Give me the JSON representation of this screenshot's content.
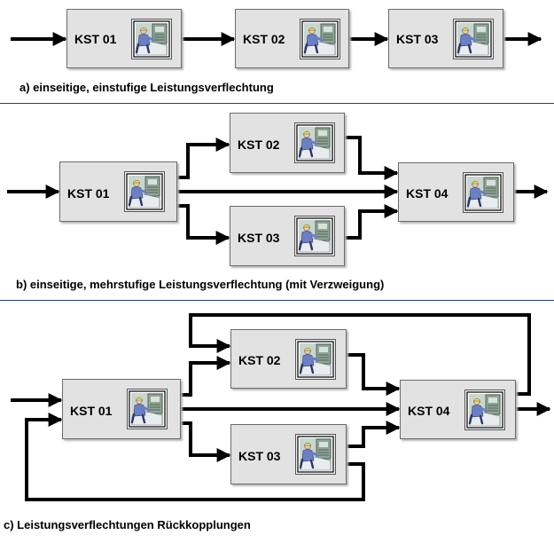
{
  "section_a": {
    "caption": "a) einseitige, einstufige Leistungsverflechtung",
    "nodes": {
      "kst01": "KST 01",
      "kst02": "KST 02",
      "kst03": "KST 03"
    }
  },
  "section_b": {
    "caption": "b) einseitige, mehrstufige Leistungsverflechtung (mit Verzweigung)",
    "nodes": {
      "kst01": "KST 01",
      "kst02": "KST 02",
      "kst03": "KST 03",
      "kst04": "KST 04"
    }
  },
  "section_c": {
    "caption": "c) Leistungsverflechtungen Rückkopplungen",
    "nodes": {
      "kst01": "KST 01",
      "kst02": "KST 02",
      "kst03": "KST 03",
      "kst04": "KST 04"
    }
  },
  "icon": "worker-at-machine-icon",
  "colors": {
    "box_fill": "#e2e2e2",
    "divider": "#1f3f8f",
    "arrow": "#000000"
  }
}
